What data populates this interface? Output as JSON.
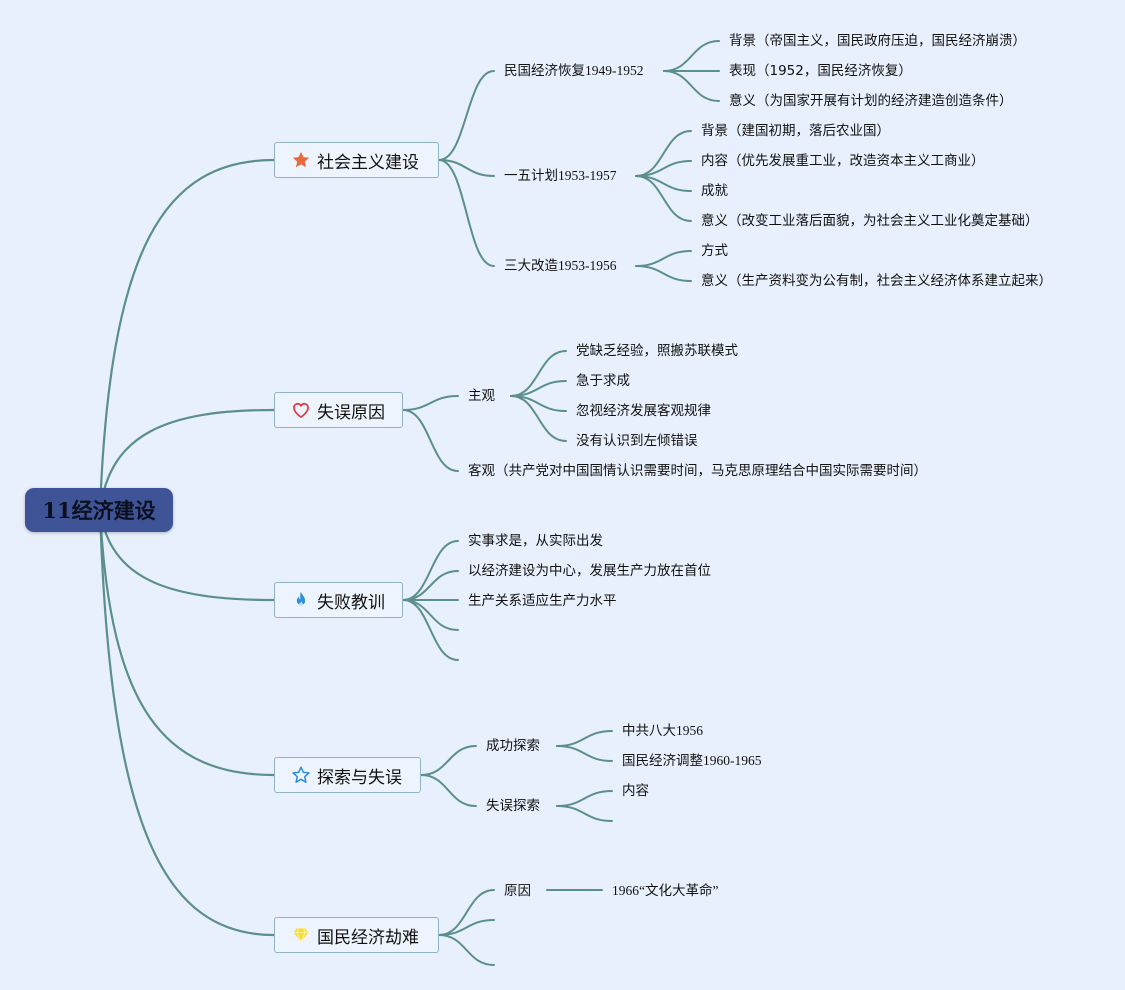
{
  "title": "11经济建设",
  "colors": {
    "background": "#e8f0fd",
    "root": "#3f5496",
    "line": "#5b8f8b",
    "topic_border": "#8fb3c6"
  },
  "branches": [
    {
      "label": "社会主义建设",
      "icon": "star-icon",
      "children": [
        {
          "label": "民国经济恢复1949-1952",
          "children": [
            "背景（帝国主义，国民政府压迫，国民经济崩溃）",
            "表现（1952，国民经济恢复）",
            "意义（为国家开展有计划的经济建造创造条件）"
          ]
        },
        {
          "label": "一五计划1953-1957",
          "children": [
            "背景（建国初期，落后农业国）",
            "内容（优先发展重工业，改造资本主义工商业）",
            "成就",
            "意义（改变工业落后面貌，为社会主义工业化奠定基础）"
          ]
        },
        {
          "label": "三大改造1953-1956",
          "children": [
            "方式",
            "意义（生产资料变为公有制，社会主义经济体系建立起来）"
          ]
        }
      ]
    },
    {
      "label": "失误原因",
      "icon": "heart-icon",
      "children": [
        {
          "label": "主观",
          "children": [
            "党缺乏经验，照搬苏联模式",
            "急于求成",
            "忽视经济发展客观规律",
            "没有认识到左倾错误"
          ]
        },
        {
          "label": "客观（共产党对中国国情认识需要时间，马克思原理结合中国实际需要时间）",
          "children": []
        }
      ]
    },
    {
      "label": "失败教训",
      "icon": "fire-icon",
      "children": [
        {
          "label": "实事求是，从实际出发",
          "children": []
        },
        {
          "label": "以经济建设为中心，发展生产力放在首位",
          "children": []
        },
        {
          "label": "生产关系适应生产力水平",
          "children": []
        },
        {
          "label": "",
          "children": []
        },
        {
          "label": "",
          "children": []
        }
      ]
    },
    {
      "label": "探索与失误",
      "icon": "star-outline-icon",
      "children": [
        {
          "label": "成功探索",
          "children": [
            "中共八大1956",
            "国民经济调整1960-1965"
          ]
        },
        {
          "label": "失误探索",
          "children": [
            "内容",
            ""
          ]
        }
      ]
    },
    {
      "label": "国民经济劫难",
      "icon": "diamond-icon",
      "children": [
        {
          "label": "原因",
          "children": [
            "1966“文化大革命”"
          ]
        },
        {
          "label": "",
          "children": []
        },
        {
          "label": "",
          "children": []
        }
      ]
    }
  ]
}
